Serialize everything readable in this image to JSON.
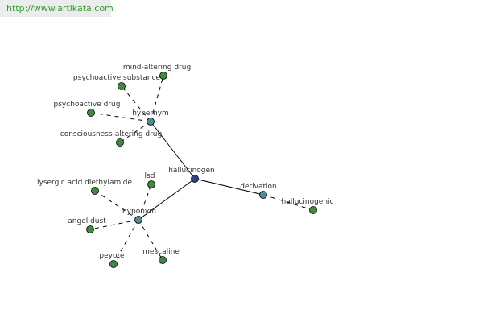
{
  "header": {
    "url": "http://www.artikata.com"
  },
  "colors": {
    "root": "#3a3f85",
    "relation": "#4f8e8e",
    "term": "#3f8a3f"
  },
  "graph": {
    "root": "hallucinogen",
    "relations": [
      {
        "label": "hypernym",
        "terms": [
          "mind-altering drug",
          "psychoactive substance",
          "psychoactive drug",
          "consciousness-altering drug"
        ]
      },
      {
        "label": "hyponym",
        "terms": [
          "lsd",
          "lysergic acid diethylamide",
          "angel dust",
          "peyote",
          "mescaline"
        ]
      },
      {
        "label": "derivation",
        "terms": [
          "hallucinogenic"
        ]
      }
    ]
  }
}
